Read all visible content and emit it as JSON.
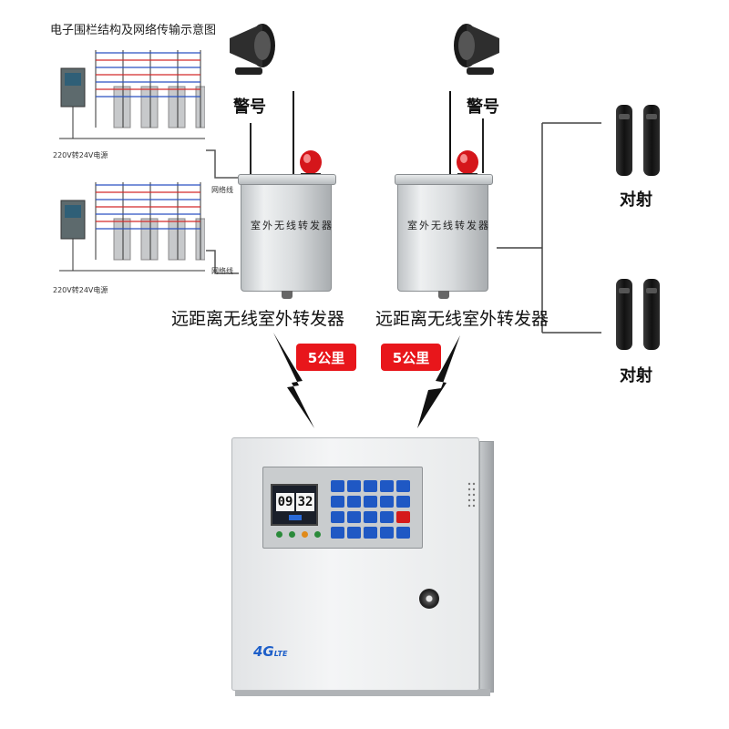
{
  "fence_diagram": {
    "title": "电子围栏结构及网络传输示意图",
    "power_label": "220V转24V电源",
    "wire_label": "网络线"
  },
  "alarm_labels": [
    "警号",
    "警号"
  ],
  "repeaters": [
    {
      "box_text": "室外无线转发器",
      "caption": "远距离无线室外转发器",
      "distance": "5公里"
    },
    {
      "box_text": "室外无线转发器",
      "caption": "远距离无线室外转发器",
      "distance": "5公里"
    }
  ],
  "beam_labels": [
    "对射",
    "对射"
  ],
  "host_panel": {
    "time_hour": "09",
    "time_minute": "32",
    "logo_main": "4G",
    "logo_sub": "LTE"
  },
  "colors": {
    "badge_red": "#e8161b",
    "key_blue": "#1f58c4",
    "logo_blue": "#1e5fc9"
  }
}
